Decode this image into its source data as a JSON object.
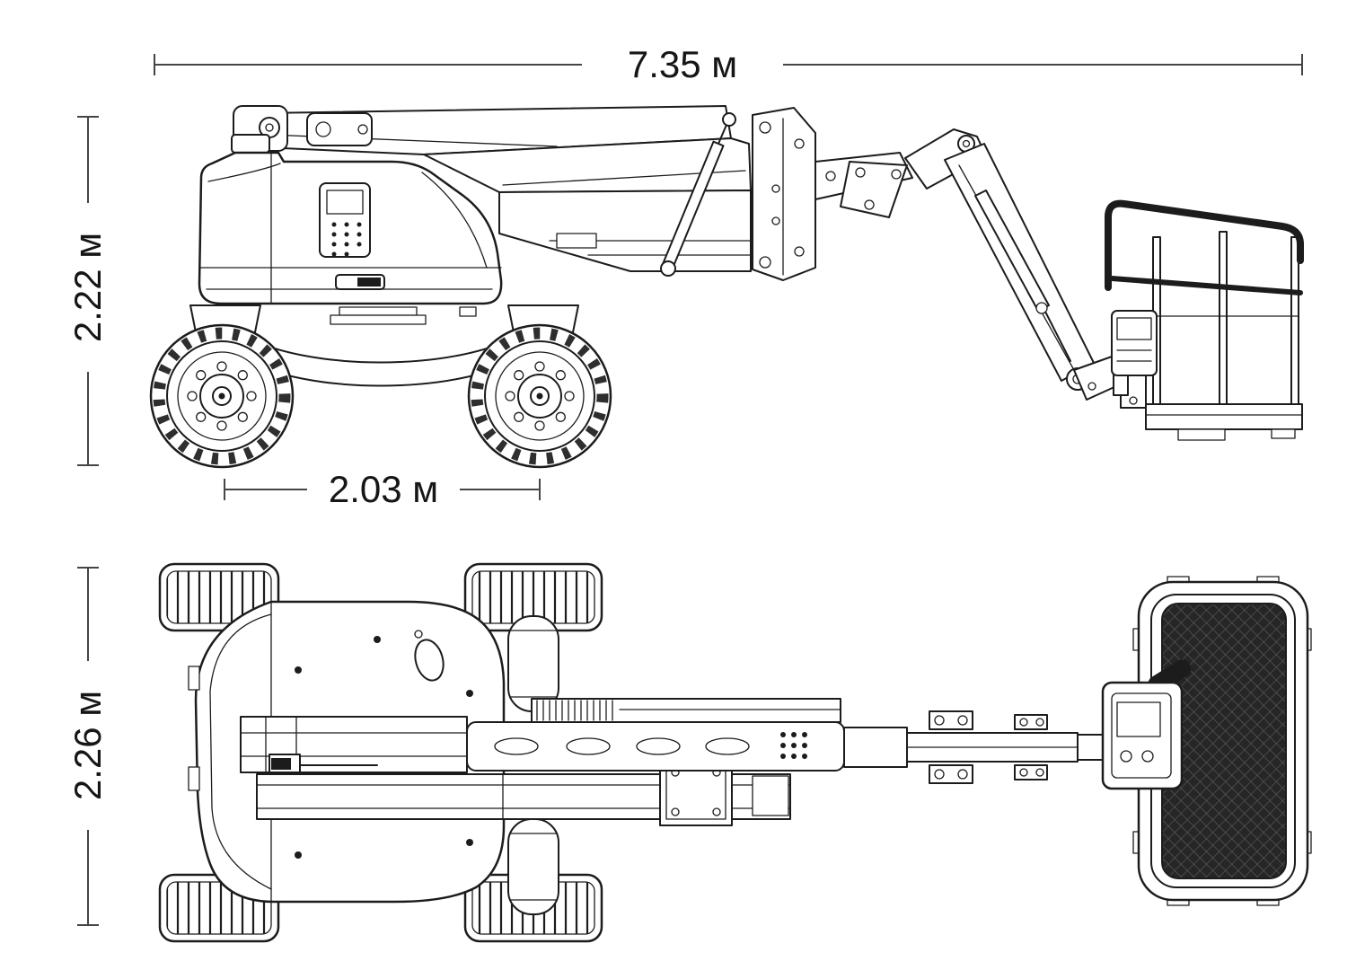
{
  "colors": {
    "background": "#ffffff",
    "line": "#1c1c1c",
    "dimension_line": "#454545",
    "mesh_fill": "#262626"
  },
  "diagram": {
    "dimensions": {
      "length": "7.35 м",
      "height": "2.22 м",
      "wheelbase": "2.03 м",
      "width": "2.26 м"
    }
  }
}
